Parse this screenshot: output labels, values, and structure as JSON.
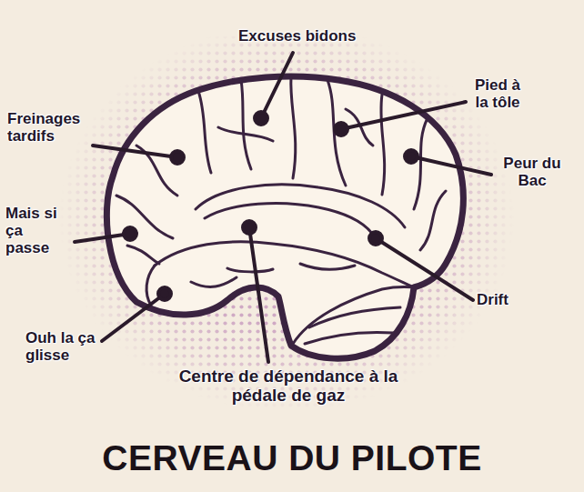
{
  "diagram": {
    "title": "CERVEAU DU PILOTE",
    "labels": [
      "Excuses bidons",
      "Pied à la tôle",
      "Freinages tardifs",
      "Peur du Bac",
      "Mais si ça passe",
      "Drift",
      "Ouh la ça glisse",
      "Centre de dépendance à la pédale de gaz"
    ]
  }
}
